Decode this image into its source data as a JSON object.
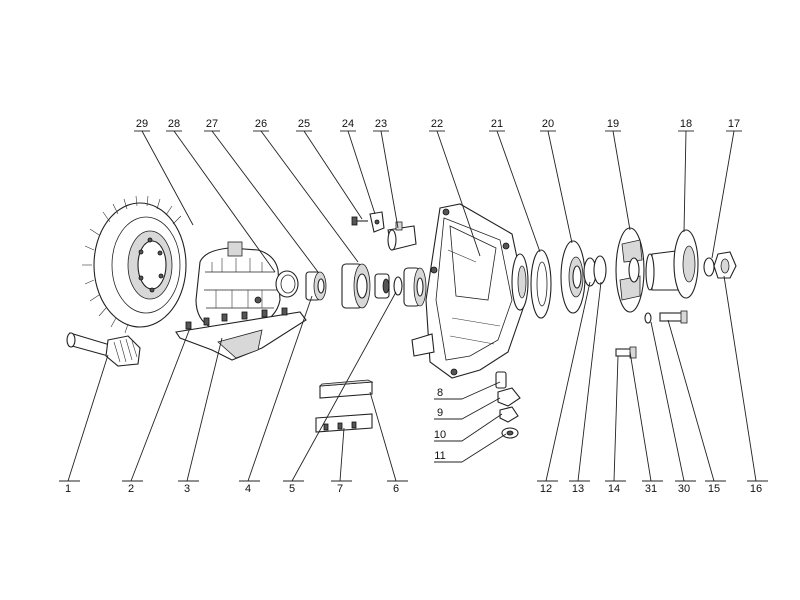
{
  "diagram": {
    "top_callouts": [
      "29",
      "28",
      "27",
      "26",
      "25",
      "24",
      "23",
      "22",
      "21",
      "20",
      "19",
      "18",
      "17"
    ],
    "bottom_callouts": [
      "1",
      "2",
      "3",
      "4",
      "5",
      "7",
      "6",
      "12",
      "13",
      "14",
      "31",
      "30",
      "15",
      "16"
    ],
    "side_callouts": [
      "8",
      "9",
      "10",
      "11"
    ],
    "parts": [
      {
        "id": "1",
        "icon": "pinion-gear-icon"
      },
      {
        "id": "2",
        "icon": "bolt-icon"
      },
      {
        "id": "3",
        "icon": "differential-flange-icon"
      },
      {
        "id": "4",
        "icon": "bearing-icon"
      },
      {
        "id": "5",
        "icon": "washer-icon"
      },
      {
        "id": "6",
        "icon": "shim-icon"
      },
      {
        "id": "7",
        "icon": "shim-icon"
      },
      {
        "id": "8",
        "icon": "stud-icon"
      },
      {
        "id": "9",
        "icon": "lock-plate-icon"
      },
      {
        "id": "10",
        "icon": "nut-icon"
      },
      {
        "id": "11",
        "icon": "washer-icon"
      },
      {
        "id": "12",
        "icon": "seal-ring-icon"
      },
      {
        "id": "13",
        "icon": "seal-ring-icon"
      },
      {
        "id": "14",
        "icon": "bolt-icon"
      },
      {
        "id": "15",
        "icon": "bolt-icon"
      },
      {
        "id": "16",
        "icon": "nut-icon"
      },
      {
        "id": "17",
        "icon": "washer-icon"
      },
      {
        "id": "18",
        "icon": "flange-icon"
      },
      {
        "id": "19",
        "icon": "cover-icon"
      },
      {
        "id": "20",
        "icon": "bearing-cup-icon"
      },
      {
        "id": "21",
        "icon": "gasket-icon"
      },
      {
        "id": "22",
        "icon": "housing-icon"
      },
      {
        "id": "23",
        "icon": "adjuster-icon"
      },
      {
        "id": "24",
        "icon": "lock-icon"
      },
      {
        "id": "25",
        "icon": "screw-icon"
      },
      {
        "id": "26",
        "icon": "bearing-icon"
      },
      {
        "id": "27",
        "icon": "bearing-race-icon"
      },
      {
        "id": "28",
        "icon": "thrust-washer-icon"
      },
      {
        "id": "29",
        "icon": "differential-case-icon"
      },
      {
        "id": "30",
        "icon": "washer-icon"
      },
      {
        "id": "31",
        "icon": "washer-icon"
      }
    ]
  }
}
